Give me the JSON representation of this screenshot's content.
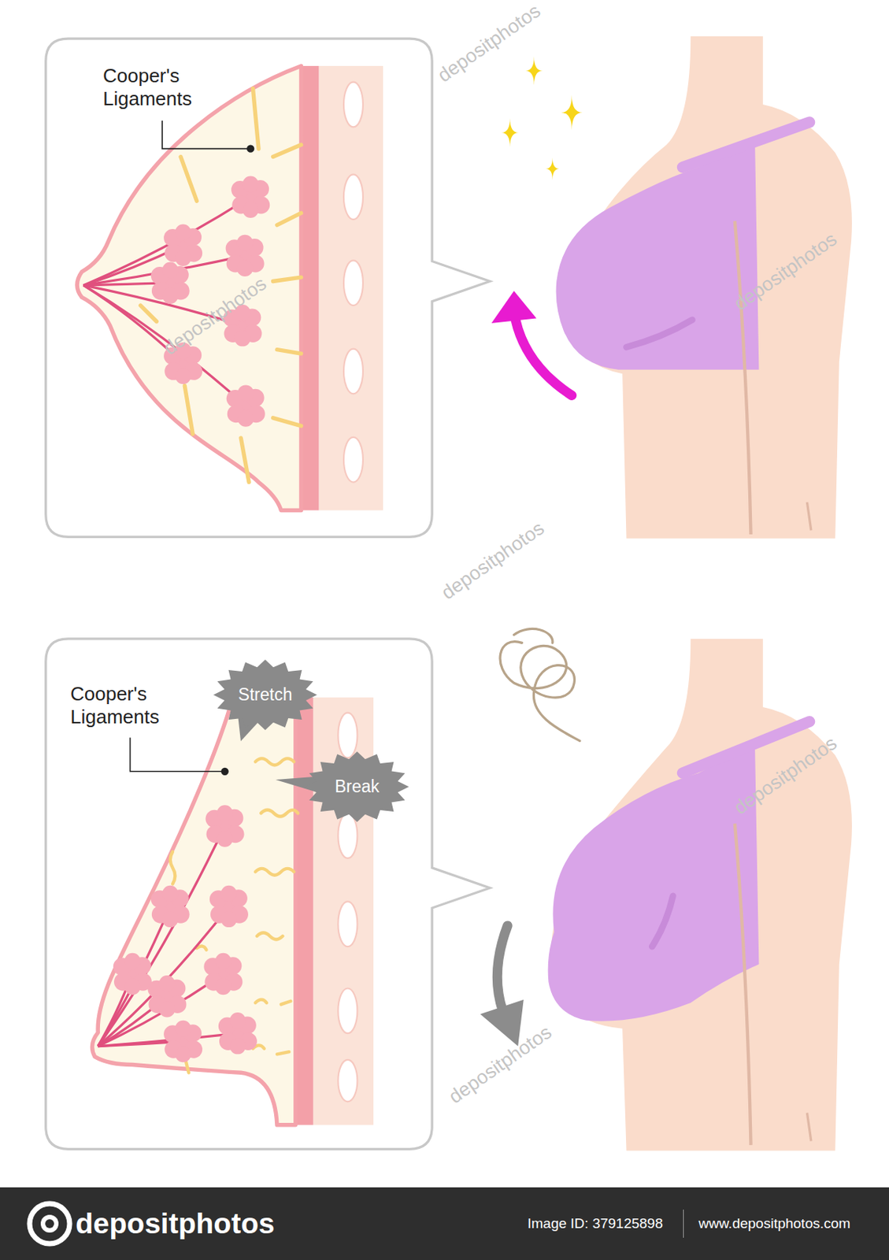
{
  "diagram": {
    "nodes": [
      {
        "text": [
          "Cooper's Ligaments"
        ]
      },
      {
        "text": [
          "Cooper's Ligaments"
        ]
      },
      {
        "text": [
          "Stretch"
        ],
        "in": 1
      },
      {
        "text": [
          "Break"
        ],
        "in": 1
      },
      {
        "text": [
          "depositphotos",
          "Image ID: 379125898",
          "www.depositphotos.com"
        ]
      }
    ],
    "edges": [],
    "labels": [
      "depositphotos",
      "depositphotos",
      "depositphotos",
      "depositphotos",
      "depositphotos",
      "depositphotos"
    ]
  }
}
